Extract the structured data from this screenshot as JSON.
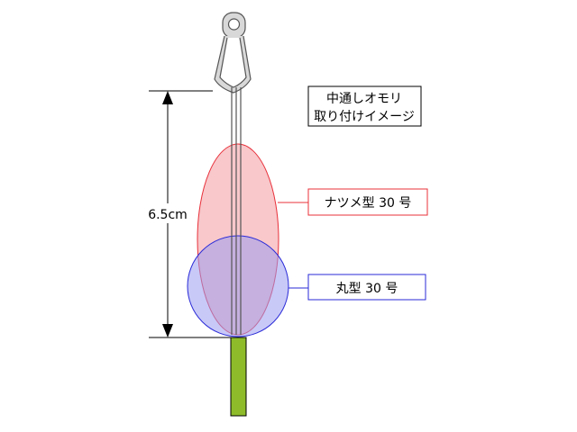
{
  "title_box": {
    "line1": "中通しオモリ",
    "line2": "取り付けイメージ"
  },
  "dimension": {
    "label": "6.5cm"
  },
  "labels": {
    "natsume": "ナツメ型 30 号",
    "round": "丸型 30 号"
  },
  "colors": {
    "natsume_fill": "#f4a3a8",
    "natsume_stroke": "#e8303a",
    "round_fill": "#9a9cf0",
    "round_stroke": "#2a2ad8",
    "rod": "#8dbb2a",
    "box_stroke": "#000000"
  }
}
